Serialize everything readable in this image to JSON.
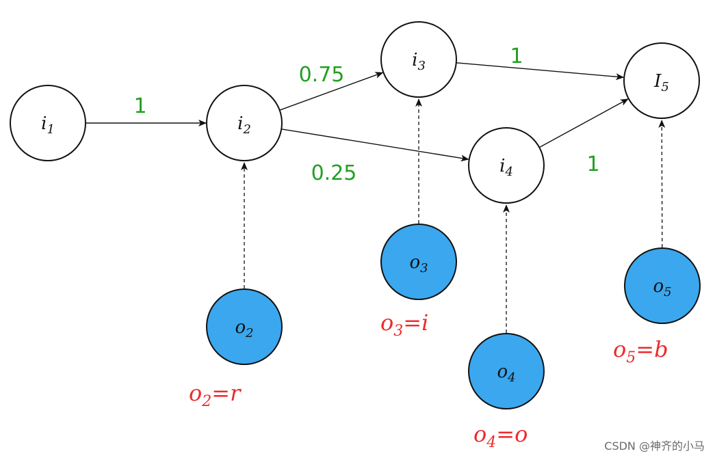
{
  "diagram": {
    "colors": {
      "state_fill": "#ffffff",
      "observation_fill": "#3ba7ee",
      "stroke": "#111111",
      "weight_text": "#22a022",
      "observation_text": "#ee2a2a"
    },
    "state_nodes": [
      {
        "id": "i1",
        "base": "i",
        "sub": "1"
      },
      {
        "id": "i2",
        "base": "i",
        "sub": "2"
      },
      {
        "id": "i3",
        "base": "i",
        "sub": "3"
      },
      {
        "id": "i4",
        "base": "i",
        "sub": "4"
      },
      {
        "id": "I5",
        "base": "I",
        "sub": "5"
      }
    ],
    "observation_nodes": [
      {
        "id": "o2",
        "base": "o",
        "sub": "2",
        "target": "i2",
        "equation": {
          "base": "o",
          "sub": "2",
          "rhs": "=r"
        }
      },
      {
        "id": "o3",
        "base": "o",
        "sub": "3",
        "target": "i3",
        "equation": {
          "base": "o",
          "sub": "3",
          "rhs": "=i"
        }
      },
      {
        "id": "o4",
        "base": "o",
        "sub": "4",
        "target": "i4",
        "equation": {
          "base": "o",
          "sub": "4",
          "rhs": "=o"
        }
      },
      {
        "id": "o5",
        "base": "o",
        "sub": "5",
        "target": "I5",
        "equation": {
          "base": "o",
          "sub": "5",
          "rhs": "=b"
        }
      }
    ],
    "edges": [
      {
        "from": "i1",
        "to": "i2",
        "weight": "1"
      },
      {
        "from": "i2",
        "to": "i3",
        "weight": "0.75"
      },
      {
        "from": "i2",
        "to": "i4",
        "weight": "0.25"
      },
      {
        "from": "i3",
        "to": "I5",
        "weight": "1"
      },
      {
        "from": "i4",
        "to": "I5",
        "weight": "1"
      }
    ]
  },
  "watermark": "CSDN @神齐的小马"
}
